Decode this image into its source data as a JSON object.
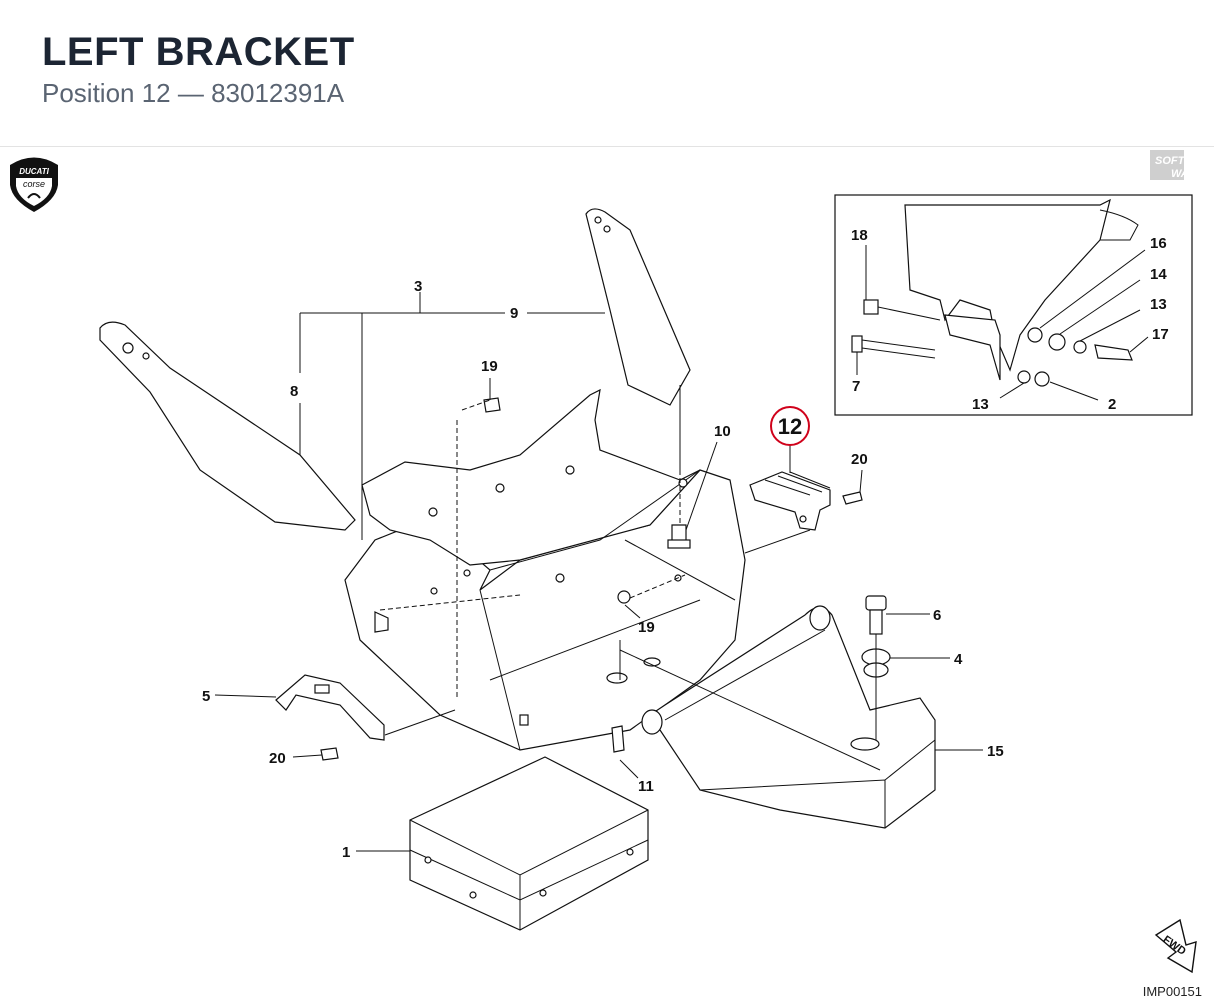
{
  "header": {
    "title": "LEFT BRACKET",
    "subtitle": "Position 12 — 83012391A"
  },
  "logos": {
    "brand_top": "DUCATI",
    "brand_bottom": "corse",
    "soft_way_top": "SOFT",
    "soft_way_bottom": "WAY",
    "fwd": "FWD"
  },
  "reference_code": "IMP00151",
  "highlight_color": "#d0021b",
  "callouts": {
    "c1": "1",
    "c2": "2",
    "c3": "3",
    "c4": "4",
    "c5": "5",
    "c6": "6",
    "c7": "7",
    "c8": "8",
    "c9": "9",
    "c10": "10",
    "c11": "11",
    "c12": "12",
    "c13a": "13",
    "c13b": "13",
    "c14": "14",
    "c15": "15",
    "c16": "16",
    "c17": "17",
    "c18": "18",
    "c19a": "19",
    "c19b": "19",
    "c20a": "20",
    "c20b": "20"
  }
}
